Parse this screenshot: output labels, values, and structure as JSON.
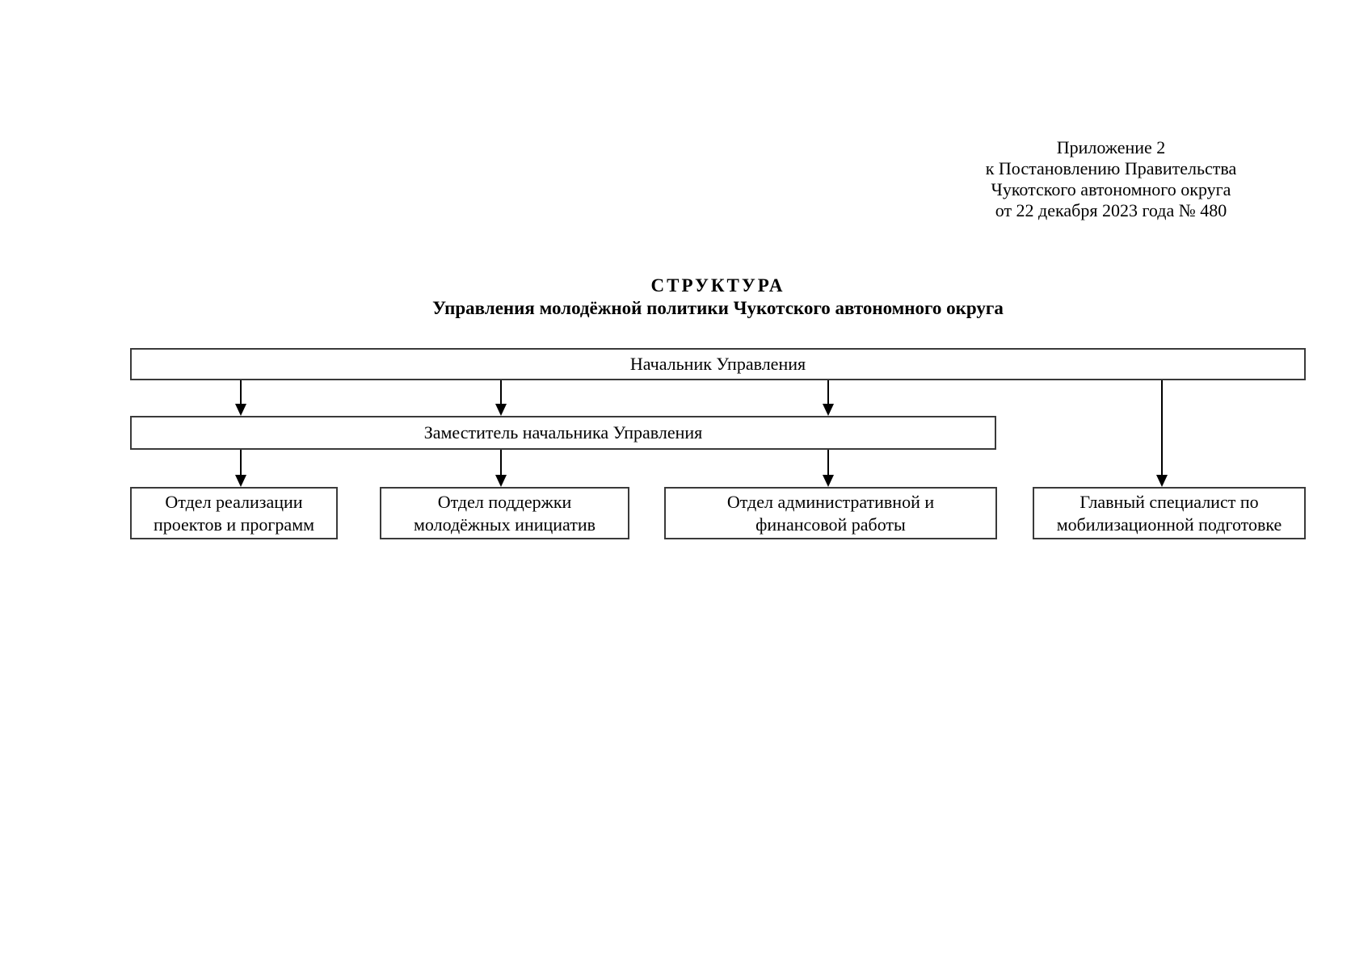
{
  "document": {
    "appendix_note": {
      "lines": [
        "Приложение 2",
        "к Постановлению Правительства",
        "Чукотского автономного округа",
        "от 22 декабря 2023 года № 480"
      ]
    },
    "title": "СТРУКТУРА",
    "subtitle": "Управления молодёжной политики Чукотского автономного округа"
  },
  "org_chart": {
    "head": {
      "label": "Начальник Управления"
    },
    "deputy": {
      "label": "Заместитель начальника Управления"
    },
    "departments": [
      {
        "label_lines": [
          "Отдел реализации",
          "проектов и программ"
        ]
      },
      {
        "label_lines": [
          "Отдел поддержки",
          "молодёжных инициатив"
        ]
      },
      {
        "label_lines": [
          "Отдел административной и",
          "финансовой работы"
        ]
      },
      {
        "label_lines": [
          "Главный специалист по",
          "мобилизационной подготовке"
        ]
      }
    ],
    "edges": [
      {
        "from": "head",
        "to": "deputy",
        "count_of_arrows": 3
      },
      {
        "from": "deputy",
        "to": "departments.0"
      },
      {
        "from": "deputy",
        "to": "departments.1"
      },
      {
        "from": "deputy",
        "to": "departments.2"
      },
      {
        "from": "head",
        "to": "departments.3"
      }
    ]
  },
  "colors": {
    "background": "#ffffff",
    "text": "#000000",
    "box_border": "#3a3a3a",
    "arrow": "#000000"
  }
}
